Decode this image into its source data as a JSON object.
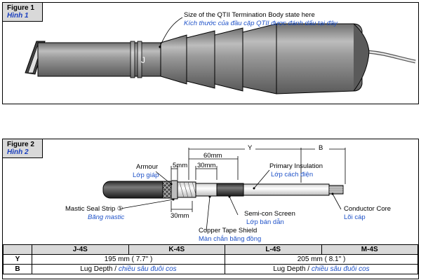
{
  "figure1": {
    "label_en": "Figure 1",
    "label_vi": "Hình 1",
    "annotation_en": "Size of the QTII Termination Body state here",
    "annotation_vi": "Kích thước của đầu cặp QTII được đánh dấu tại đây",
    "mark": "J"
  },
  "figure2": {
    "label_en": "Figure 2",
    "label_vi": "Hình 2",
    "dims": {
      "y": "Y",
      "b": "B",
      "d60": "60mm",
      "d5": "5mm",
      "d30_top": "30mm",
      "d30_bottom": "30mm"
    },
    "callouts": {
      "armour_en": "Armour",
      "armour_vi": "Lớp giáp",
      "primary_en": "Primary Insulation",
      "primary_vi": "Lớp cách điện",
      "mastic_en": "Mastic Seal Strip ①",
      "mastic_vi": "Băng mastic",
      "semicon_en": "Semi-con Screen",
      "semicon_vi": "Lớp bán dẫn",
      "conductor_en": "Conductor Core",
      "conductor_vi": "Lõi cáp",
      "copper_en": "Copper Tape Shield",
      "copper_vi": "Màn chắn băng đồng"
    }
  },
  "table": {
    "headers": [
      "J-4S",
      "K-4S",
      "L-4S",
      "M-4S"
    ],
    "rows": [
      {
        "key": "Y",
        "left": "195 mm ( 7.7\" )",
        "right": "205 mm ( 8.1\" )"
      },
      {
        "key": "B",
        "left_en": "Lug Depth / ",
        "left_vi": "chiều sâu đuôi cos",
        "right_en": "Lug Depth / ",
        "right_vi": "chiều sâu đuôi cos"
      }
    ]
  }
}
